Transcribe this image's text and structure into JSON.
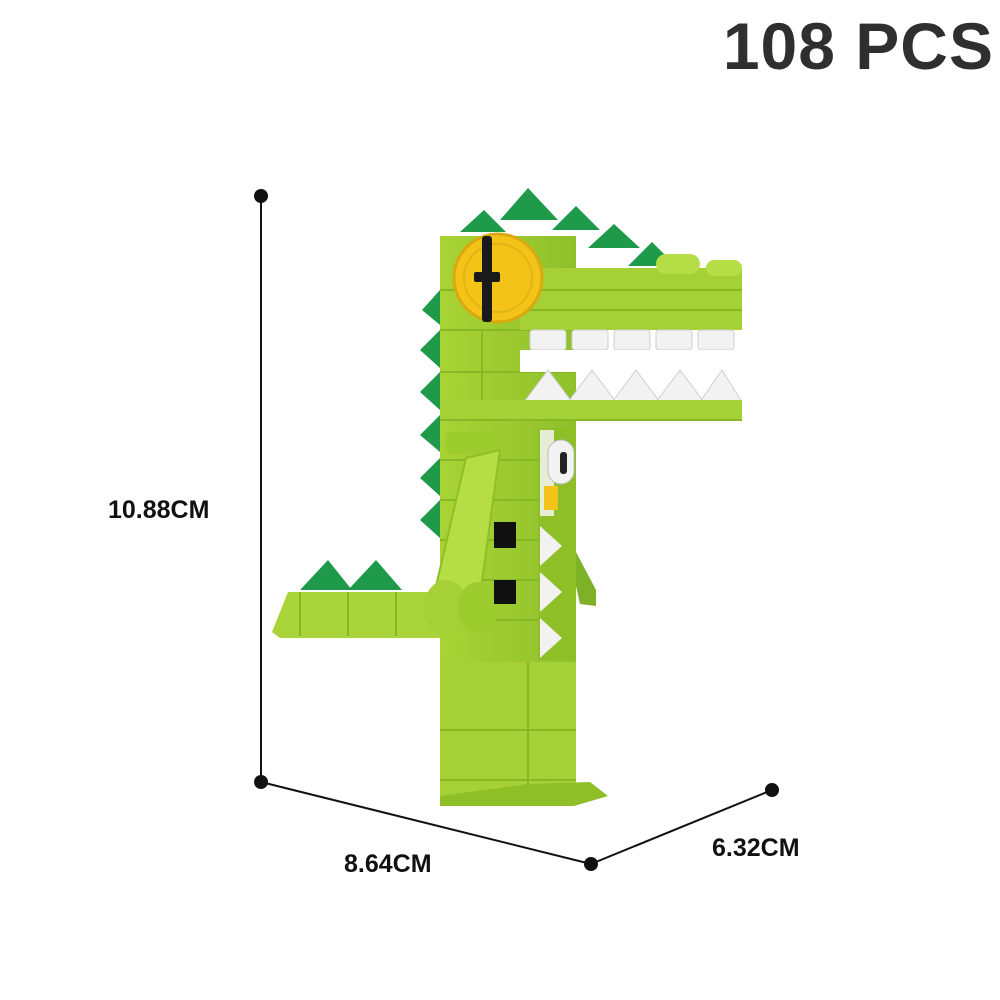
{
  "product": {
    "piece_count_label": "108 PCS"
  },
  "dimensions": {
    "height": "10.88CM",
    "width": "8.64CM",
    "depth": "6.32CM"
  },
  "colors": {
    "brick_light_green": "#9ccc2e",
    "brick_lime": "#b5dd45",
    "spike_dark_green": "#1f9a4b",
    "eye_yellow": "#f3c417",
    "teeth_white": "#f2f2f2",
    "text_dark": "#2f2f2f"
  }
}
